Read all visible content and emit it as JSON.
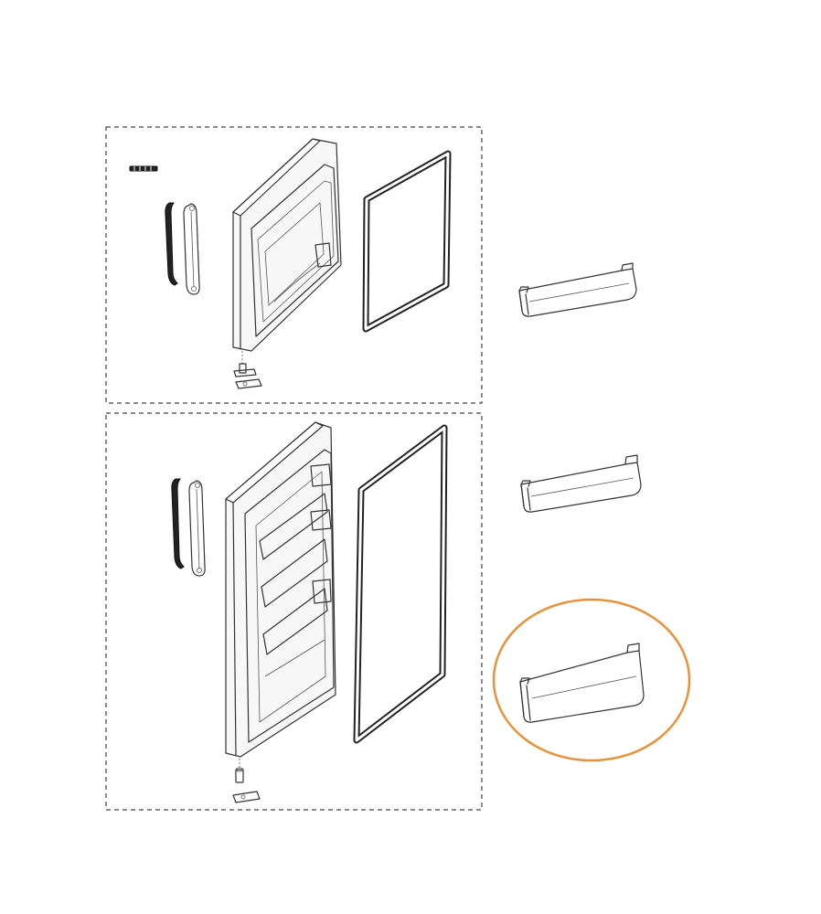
{
  "diagram": {
    "kind": "exploded-parts-view",
    "groups": [
      {
        "name": "freezer-door-assembly",
        "parts": [
          "handle-screws",
          "door-handle-trim",
          "door-handle",
          "door-panel",
          "door-gasket",
          "hinge-pin",
          "hinge-bracket"
        ]
      },
      {
        "name": "fridge-door-assembly",
        "parts": [
          "door-handle-trim",
          "door-handle",
          "door-panel",
          "door-gasket",
          "hinge-pin",
          "hinge-bracket"
        ]
      }
    ],
    "shelves": [
      "door-shelf-bin",
      "door-shelf-bin",
      "door-shelf-bin"
    ],
    "highlighted_part": "door-shelf-bin-3",
    "highlight_color": "#E8913A",
    "line_color": "#333333",
    "background_color": "#FFFFFF"
  }
}
